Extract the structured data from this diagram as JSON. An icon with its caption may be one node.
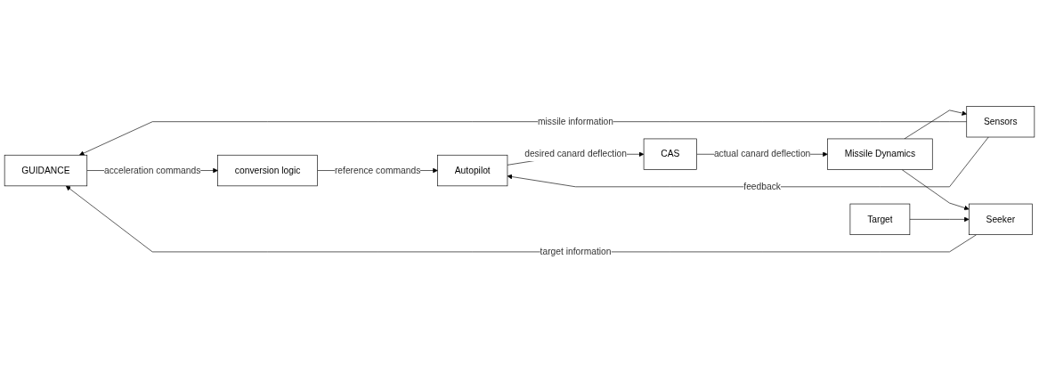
{
  "diagram": {
    "nodes": [
      {
        "text": [
          "GUIDANCE"
        ]
      },
      {
        "text": [
          "conversion logic"
        ]
      },
      {
        "text": [
          "Autopilot"
        ]
      },
      {
        "text": [
          "CAS"
        ]
      },
      {
        "text": [
          "Missile Dynamics"
        ]
      },
      {
        "text": [
          "Sensors"
        ]
      },
      {
        "text": [
          "Seeker"
        ]
      },
      {
        "text": [
          "Target"
        ]
      }
    ],
    "edges": [
      {
        "from": 0,
        "to": 1,
        "arrow": "to",
        "label": "acceleration commands"
      },
      {
        "from": 1,
        "to": 2,
        "arrow": "to",
        "label": "reference commands"
      },
      {
        "from": 2,
        "to": 3,
        "arrow": "to",
        "label": "desired canard deflection"
      },
      {
        "from": 3,
        "to": 4,
        "arrow": "to",
        "label": "actual canard deflection"
      },
      {
        "from": 4,
        "to": 5,
        "arrow": "to"
      },
      {
        "from": 4,
        "to": 6,
        "arrow": "to"
      },
      {
        "from": 5,
        "to": 0,
        "arrow": "to",
        "label": "missile information"
      },
      {
        "from": 5,
        "to": 2,
        "arrow": "to",
        "label": "feedback"
      },
      {
        "from": 6,
        "to": 0,
        "arrow": "to",
        "label": "target information"
      },
      {
        "from": 7,
        "to": 6,
        "arrow": "to"
      }
    ]
  }
}
